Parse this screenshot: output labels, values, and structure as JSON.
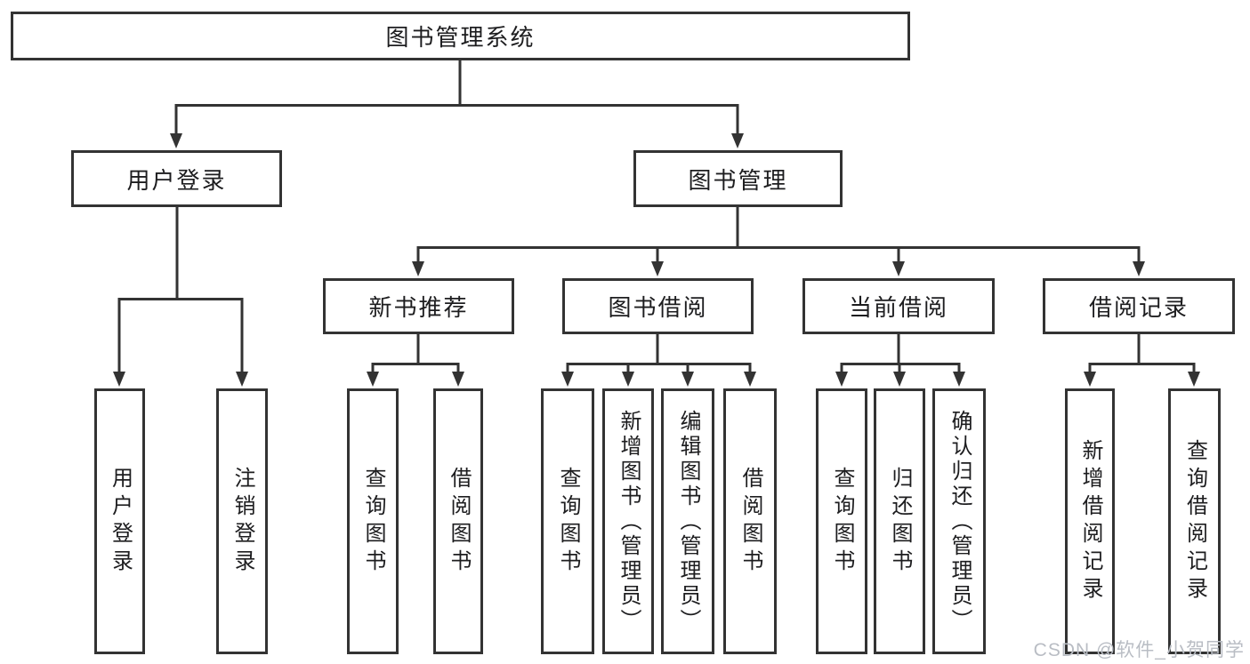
{
  "diagram": {
    "root": {
      "label": "图书管理系统"
    },
    "level2": [
      {
        "label": "用户登录"
      },
      {
        "label": "图书管理"
      }
    ],
    "level3": [
      {
        "label": "新书推荐"
      },
      {
        "label": "图书借阅"
      },
      {
        "label": "当前借阅"
      },
      {
        "label": "借阅记录"
      }
    ],
    "leaves": {
      "user_login": [
        "用户登录",
        "注销登录"
      ],
      "new_book_recommendation": [
        "查询图书",
        "借阅图书"
      ],
      "book_borrowing": [
        "查询图书",
        "新增图书（管理员）",
        "编辑图书（管理员）",
        "借阅图书"
      ],
      "current_borrowing": [
        "查询图书",
        "归还图书",
        "确认归还（管理员）"
      ],
      "borrowing_records": [
        "新增借阅记录",
        "查询借阅记录"
      ]
    }
  },
  "watermark": {
    "text": "CSDN @软件_小贺同学"
  },
  "colors": {
    "line": "#333333",
    "text": "#1d1d1f",
    "watermark_gray": "#b9bdc4",
    "background": "#ffffff"
  }
}
